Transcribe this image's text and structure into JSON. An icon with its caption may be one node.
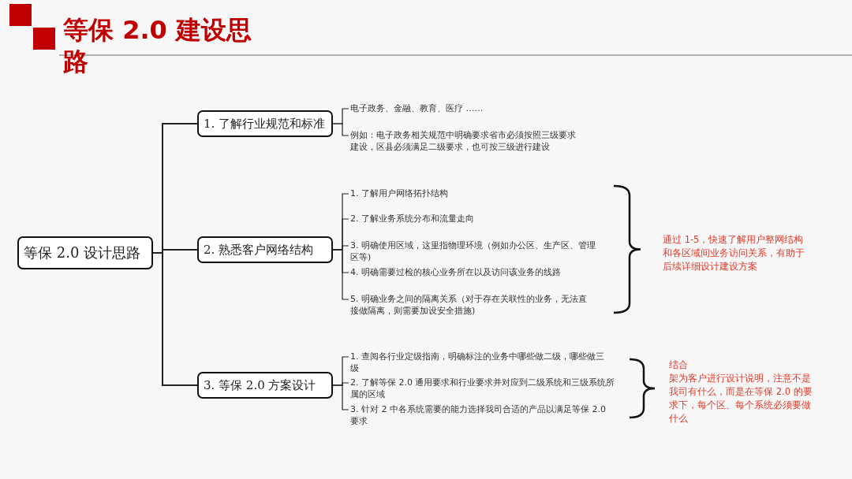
{
  "diagram": {
    "title": "等保 2.0 建设思路",
    "nodes": [
      {
        "text": [
          "等保 2.0 设计思路"
        ]
      },
      {
        "text": [
          "1. 了解行业规范和标准"
        ]
      },
      {
        "text": [
          "2. 熟悉客户网络结构"
        ]
      },
      {
        "text": [
          "3. 等保 2.0 方案设计"
        ]
      },
      {
        "text": [
          "电子政务、金融、教育、医疗 ……"
        ]
      },
      {
        "text": [
          "例如：电子政务相关规范中明确要求省市必须按照三级要求建设，区县必须满足二级要求，也可按三级进行建设"
        ]
      },
      {
        "text": [
          "1. 了解用户网络拓扑结构"
        ]
      },
      {
        "text": [
          "2. 了解业务系统分布和流量走向"
        ]
      },
      {
        "text": [
          "3. 明确使用区域，这里指物理环境（例如办公区、生产区、管理区等)"
        ]
      },
      {
        "text": [
          "4. 明确需要过检的核心业务所在以及访问该业务的线路"
        ]
      },
      {
        "text": [
          "5. 明确业务之间的隔离关系（对于存在关联性的业务，无法直接做隔离，则需要加设安全措施)"
        ]
      },
      {
        "text": [
          "1. 查阅各行业定级指南，明确标注的业务中哪些做二级，哪些做三级"
        ]
      },
      {
        "text": [
          "2. 了解等保 2.0 通用要求和行业要求并对应到二级系统和三级系统所属的区域"
        ]
      },
      {
        "text": [
          "3. 针对 2 中各系统需要的能力选择我司合适的产品以满足等保 2.0 要求"
        ]
      }
    ],
    "edges": [
      {
        "from": 0,
        "to": 1,
        "arrow": "none"
      },
      {
        "from": 0,
        "to": 2,
        "arrow": "none"
      },
      {
        "from": 0,
        "to": 3,
        "arrow": "none"
      },
      {
        "from": 1,
        "to": 4,
        "arrow": "none"
      },
      {
        "from": 1,
        "to": 5,
        "arrow": "none"
      },
      {
        "from": 2,
        "to": 6,
        "arrow": "none"
      },
      {
        "from": 2,
        "to": 7,
        "arrow": "none"
      },
      {
        "from": 2,
        "to": 8,
        "arrow": "none"
      },
      {
        "from": 2,
        "to": 9,
        "arrow": "none"
      },
      {
        "from": 2,
        "to": 10,
        "arrow": "none"
      },
      {
        "from": 3,
        "to": 11,
        "arrow": "none"
      },
      {
        "from": 3,
        "to": 12,
        "arrow": "none"
      },
      {
        "from": 3,
        "to": 13,
        "arrow": "none"
      }
    ],
    "labels": [
      "通过 1-5，快速了解用户整网结构和各区域间业务访问关系，有助于后续详细设计建设方案",
      "结合",
      "架为客户进行设计说明，注意不是我司有什么，而是在等保 2.0 的要求下，每个区、每个系统必须要做什么"
    ]
  }
}
